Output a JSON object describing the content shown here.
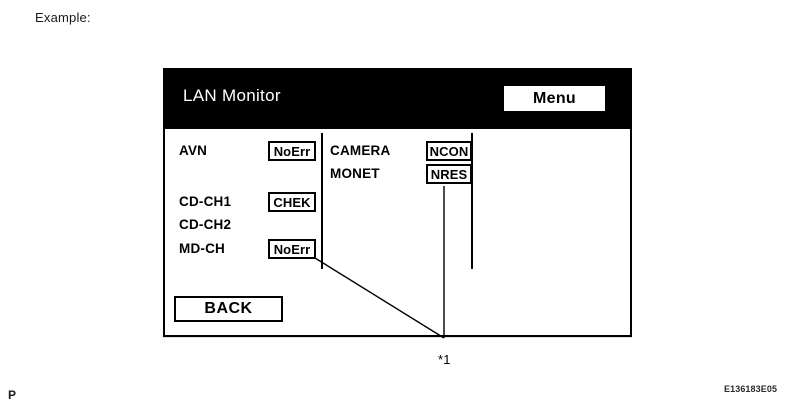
{
  "caption": "Example:",
  "dialog": {
    "title": "LAN Monitor",
    "menu_button_label": "Menu",
    "back_button_label": "BACK",
    "left_column": [
      {
        "label": "AVN",
        "status": "NoErr"
      },
      {
        "label": "CD-CH1",
        "status": "CHEK"
      },
      {
        "label": "CD-CH2",
        "status": ""
      },
      {
        "label": "MD-CH",
        "status": "NoErr"
      }
    ],
    "middle_column": [
      {
        "label": "CAMERA",
        "status": "NCON"
      },
      {
        "label": "MONET",
        "status": "NRES"
      }
    ]
  },
  "callout": {
    "marker": "*1"
  },
  "page": {
    "mark": "P",
    "figure_code": "E136183E05"
  },
  "colors": {
    "header_background": "#000000",
    "header_text": "#ffffff",
    "body_background": "#ffffff",
    "outline": "#000000"
  }
}
